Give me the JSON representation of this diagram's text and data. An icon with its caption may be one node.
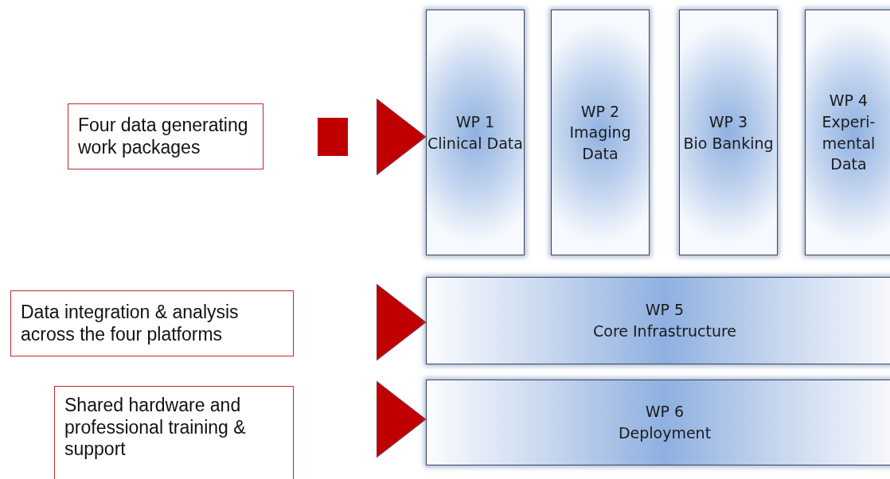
{
  "diagram": {
    "nodes": [
      {
        "text": [
          "Four data generating work packages"
        ]
      },
      {
        "text": [
          "WP 1",
          "Clinical Data"
        ]
      },
      {
        "text": [
          "WP 2",
          "Imaging Data"
        ]
      },
      {
        "text": [
          "WP 3",
          "Bio Banking"
        ]
      },
      {
        "text": [
          "WP 4",
          "Experi-mental Data"
        ]
      },
      {
        "text": [
          "Data integration & analysis across the four platforms"
        ]
      },
      {
        "text": [
          "WP 5",
          "Core Infrastructure"
        ]
      },
      {
        "text": [
          "Shared hardware and professional training & support"
        ]
      },
      {
        "text": [
          "WP 6",
          "Deployment"
        ]
      }
    ],
    "edges": [
      {
        "from": 0,
        "to": 1,
        "arrow": "to"
      },
      {
        "from": 5,
        "to": 6,
        "arrow": "to"
      },
      {
        "from": 7,
        "to": 8,
        "arrow": "to"
      }
    ]
  }
}
